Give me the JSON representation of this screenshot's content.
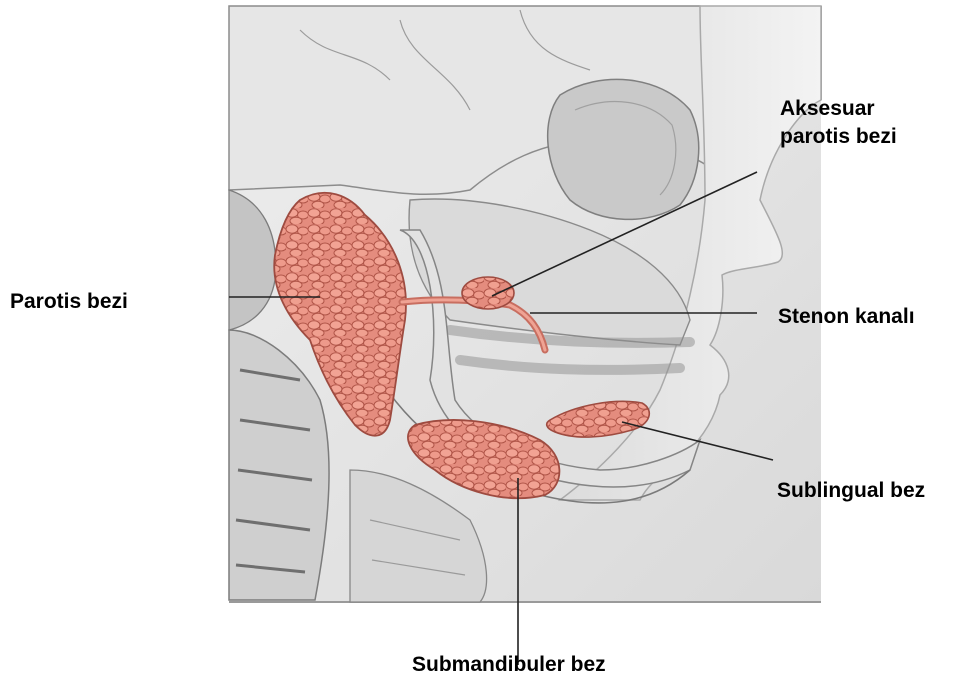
{
  "labels": {
    "parotis_bezi": "Parotis bezi",
    "aksesuar_line1": "Aksesuar",
    "aksesuar_line2": "parotis bezi",
    "stenon_kanali": "Stenon kanalı",
    "sublingual_bez": "Sublingual bez",
    "submandibuler_bez": "Submandibuler bez"
  },
  "colors": {
    "gland": "#e0877a",
    "gland_dark": "#b9584c",
    "bone": "#d4d4d4",
    "bone_dark": "#8e8e8e",
    "leader": "#222222"
  }
}
